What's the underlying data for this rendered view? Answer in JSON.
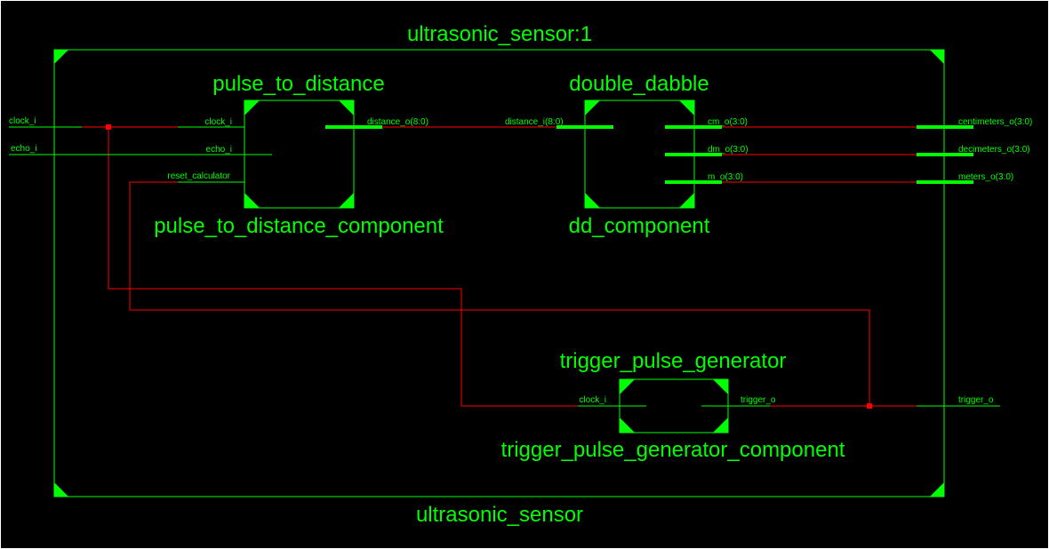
{
  "top_label": "ultrasonic_sensor:1",
  "bottom_label": "ultrasonic_sensor",
  "blocks": {
    "p2d": {
      "entity": "pulse_to_distance",
      "instance": "pulse_to_distance_component",
      "ports": {
        "clock_i": "clock_i",
        "echo_i": "echo_i",
        "reset": "reset_calculator",
        "dist_o": "distance_o(8:0)"
      }
    },
    "dd": {
      "entity": "double_dabble",
      "instance": "dd_component",
      "ports": {
        "dist_i": "distance_i(8:0)",
        "cm_o": "cm_o(3:0)",
        "dm_o": "dm_o(3:0)",
        "m_o": "m_o(3:0)"
      }
    },
    "tpg": {
      "entity": "trigger_pulse_generator",
      "instance": "trigger_pulse_generator_component",
      "ports": {
        "clock_i": "clock_i",
        "trigger_o": "trigger_o"
      }
    }
  },
  "inputs": {
    "clock_i": "clock_i",
    "echo_i": "echo_i"
  },
  "outputs": {
    "cm": "centimeters_o(3:0)",
    "dm": "decimeters_o(3:0)",
    "m": "meters_o(3:0)",
    "trig": "trigger_o"
  },
  "colors": {
    "background": "#000000",
    "wire_green": "#00ff00",
    "wire_red": "#ff0000",
    "border": "#ffffff"
  }
}
